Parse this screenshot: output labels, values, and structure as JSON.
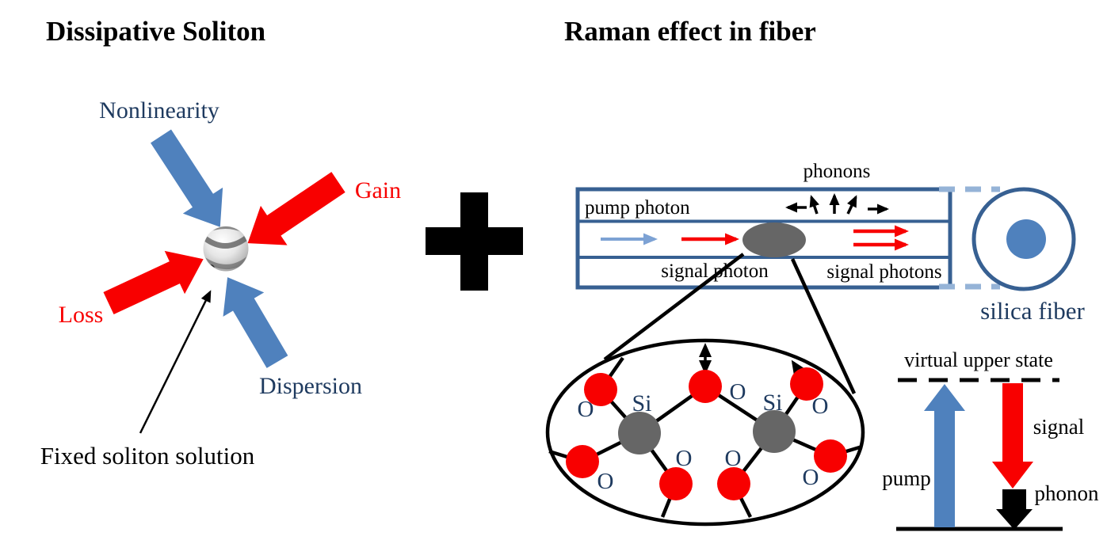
{
  "left": {
    "title": "Dissipative Soliton",
    "nonlinearity": "Nonlinearity",
    "gain": "Gain",
    "loss": "Loss",
    "dispersion": "Dispersion",
    "fixed_label": "Fixed soliton solution"
  },
  "right": {
    "title": "Raman effect in fiber",
    "fiber": {
      "phonons": "phonons",
      "pump_photon": "pump photon",
      "signal_photon": "signal photon",
      "signal_photons": "signal photons"
    },
    "silica_fiber_label": "silica fiber",
    "molecule": {
      "si": "Si",
      "o": "O"
    },
    "energy": {
      "virtual_upper_state": "virtual upper state",
      "pump": "pump",
      "signal": "signal",
      "phonon": "phonon"
    }
  },
  "colors": {
    "accent_blue": "#4F81BD",
    "light_blue": "#7DA2D4",
    "dash_blue": "#95B3D7",
    "fiber_border": "#376092",
    "navy_text": "#1E3A5F",
    "red": "#F80000",
    "gray": "#666666",
    "black": "#000000"
  }
}
